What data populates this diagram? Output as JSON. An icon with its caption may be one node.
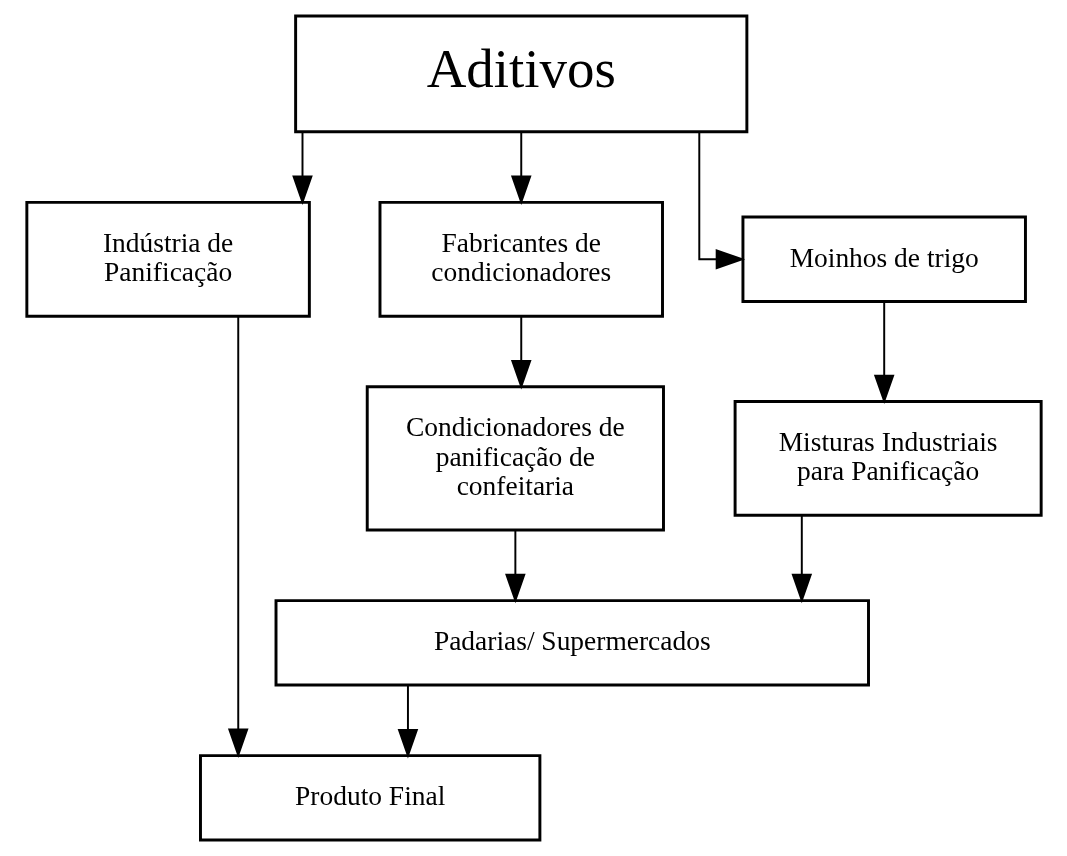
{
  "diagram": {
    "nodes": [
      {
        "text": [
          "Aditivos"
        ]
      },
      {
        "text": [
          "Indústria de Panificação"
        ]
      },
      {
        "text": [
          "Fabricantes de condicionadores"
        ]
      },
      {
        "text": [
          "Moinhos de trigo"
        ]
      },
      {
        "text": [
          "Condicionadores de panificação de confeitaria"
        ]
      },
      {
        "text": [
          "Misturas Industriais para Panificação"
        ]
      },
      {
        "text": [
          "Padarias/ Supermercados"
        ]
      },
      {
        "text": [
          "Produto Final"
        ]
      }
    ],
    "edges": [
      {
        "from": 0,
        "to": 1,
        "arrow": "to"
      },
      {
        "from": 0,
        "to": 2,
        "arrow": "to"
      },
      {
        "from": 0,
        "to": 3,
        "arrow": "to"
      },
      {
        "from": 2,
        "to": 4,
        "arrow": "to"
      },
      {
        "from": 3,
        "to": 5,
        "arrow": "to"
      },
      {
        "from": 4,
        "to": 6,
        "arrow": "to"
      },
      {
        "from": 5,
        "to": 6,
        "arrow": "to"
      },
      {
        "from": 1,
        "to": 7,
        "arrow": "to"
      },
      {
        "from": 6,
        "to": 7,
        "arrow": "to"
      }
    ]
  }
}
